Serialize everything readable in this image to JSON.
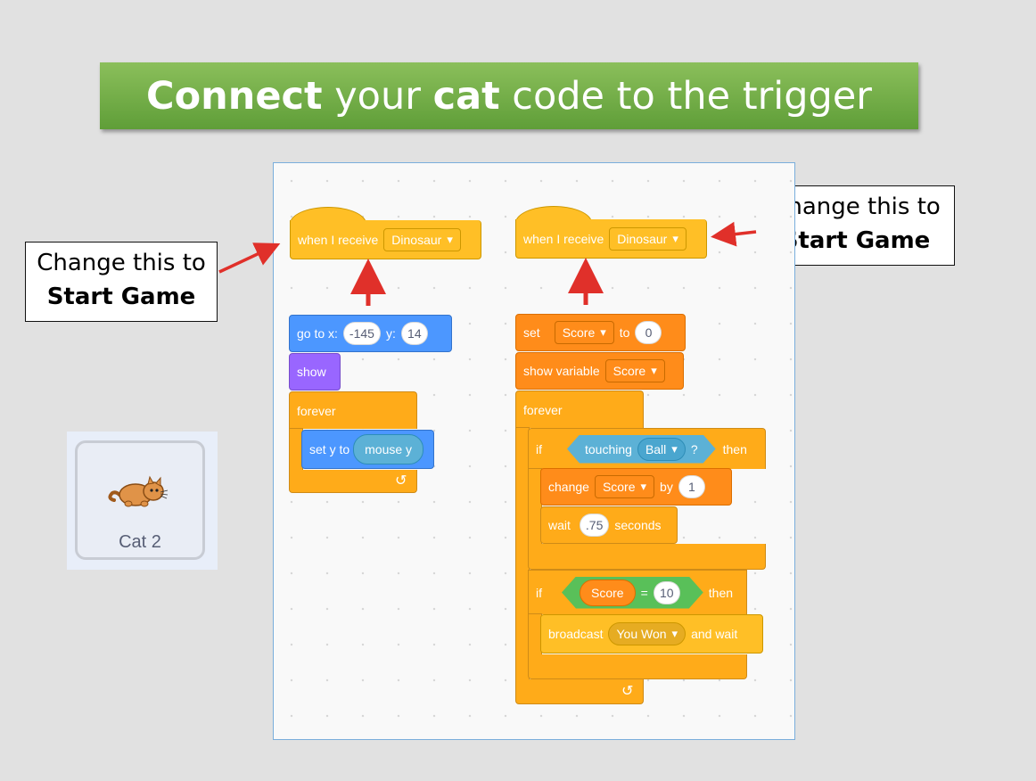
{
  "banner": {
    "bold1": "Connect",
    "text1": " your ",
    "bold2": "cat",
    "text2": " code to the trigger"
  },
  "callout_left": {
    "line1": "Change this to",
    "line2": "Start Game"
  },
  "callout_right": {
    "line1": "Change this to",
    "line2": "Start Game"
  },
  "sprite": {
    "name": "Cat 2"
  },
  "script_left": {
    "hat": {
      "label": "when I receive",
      "message": "Dinosaur"
    },
    "goto": {
      "label_x": "go to x:",
      "x": "-145",
      "label_y": "y:",
      "y": "14"
    },
    "show": {
      "label": "show"
    },
    "forever": {
      "label": "forever"
    },
    "set_y": {
      "label": "set y to",
      "value": "mouse y"
    }
  },
  "script_right": {
    "hat": {
      "label": "when I receive",
      "message": "Dinosaur"
    },
    "set": {
      "label": "set",
      "variable": "Score",
      "to": "to",
      "value": "0"
    },
    "show_variable": {
      "label": "show variable",
      "variable": "Score"
    },
    "forever": {
      "label": "forever"
    },
    "if1": {
      "if": "if",
      "touching": "touching",
      "object": "Ball",
      "q": "?",
      "then": "then",
      "change": {
        "label": "change",
        "variable": "Score",
        "by": "by",
        "value": "1"
      },
      "wait": {
        "label": "wait",
        "value": ".75",
        "seconds": "seconds"
      }
    },
    "if2": {
      "if": "if",
      "var": "Score",
      "op": "=",
      "value": "10",
      "then": "then",
      "broadcast": {
        "label": "broadcast",
        "message": "You Won",
        "and_wait": "and wait"
      }
    }
  },
  "colors": {
    "events": "#ffbf26",
    "motion": "#4c97ff",
    "looks": "#9966ff",
    "control": "#ffab19",
    "variables": "#ff8c1a",
    "sensing": "#5cb1d6",
    "operators": "#59c059",
    "annotation_arrow": "#e0302a"
  }
}
